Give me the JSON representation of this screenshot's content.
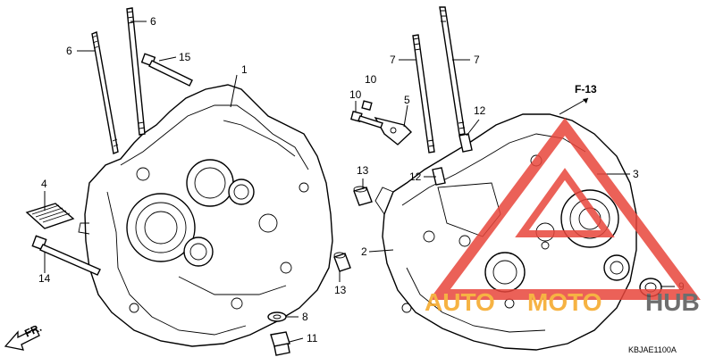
{
  "callouts": [
    {
      "id": "c1",
      "text": "1"
    },
    {
      "id": "c2",
      "text": "2"
    },
    {
      "id": "c3",
      "text": "3"
    },
    {
      "id": "c4",
      "text": "4"
    },
    {
      "id": "c5",
      "text": "5"
    },
    {
      "id": "c6a",
      "text": "6"
    },
    {
      "id": "c6b",
      "text": "6"
    },
    {
      "id": "c7a",
      "text": "7"
    },
    {
      "id": "c7b",
      "text": "7"
    },
    {
      "id": "c8",
      "text": "8"
    },
    {
      "id": "c9",
      "text": "9"
    },
    {
      "id": "c10a",
      "text": "10"
    },
    {
      "id": "c10b",
      "text": "10"
    },
    {
      "id": "c11",
      "text": "11"
    },
    {
      "id": "c12a",
      "text": "12"
    },
    {
      "id": "c12b",
      "text": "12"
    },
    {
      "id": "c13a",
      "text": "13"
    },
    {
      "id": "c13b",
      "text": "13"
    },
    {
      "id": "c14",
      "text": "14"
    },
    {
      "id": "c15",
      "text": "15"
    }
  ],
  "reference": "F-13",
  "direction": "FR.",
  "diagram_code": "KBJAE1100A",
  "watermark": {
    "part1": "AUTO",
    "part2": "MOTO",
    "part3": "HUB",
    "color_red": "#e8463c",
    "color_orange": "#f5a623",
    "color_gray": "#555555"
  }
}
